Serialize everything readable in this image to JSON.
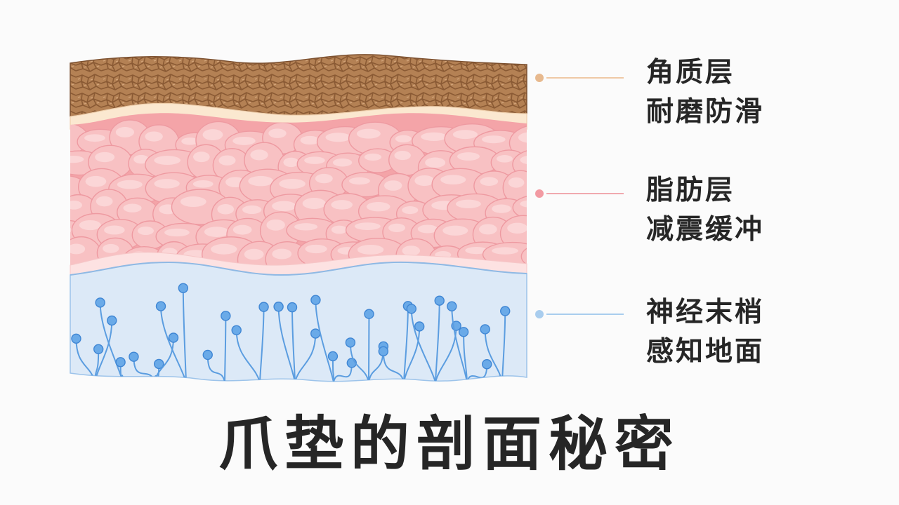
{
  "title": "爪垫的剖面秘密",
  "layers": [
    {
      "id": "keratin",
      "name": "角质层",
      "function": "耐磨防滑",
      "color": "#b07c4f",
      "marker_color": "#e7b98e",
      "line_color": "#efc9a6"
    },
    {
      "id": "fat",
      "name": "脂肪层",
      "function": "减震缓冲",
      "color": "#f5a5aa",
      "marker_color": "#f29aa2",
      "line_color": "#f0a9ae"
    },
    {
      "id": "nerve",
      "name": "神经末梢",
      "function": "感知地面",
      "color": "#dbe9f7",
      "marker_color": "#a9cdee",
      "line_color": "#a9cdee"
    }
  ]
}
